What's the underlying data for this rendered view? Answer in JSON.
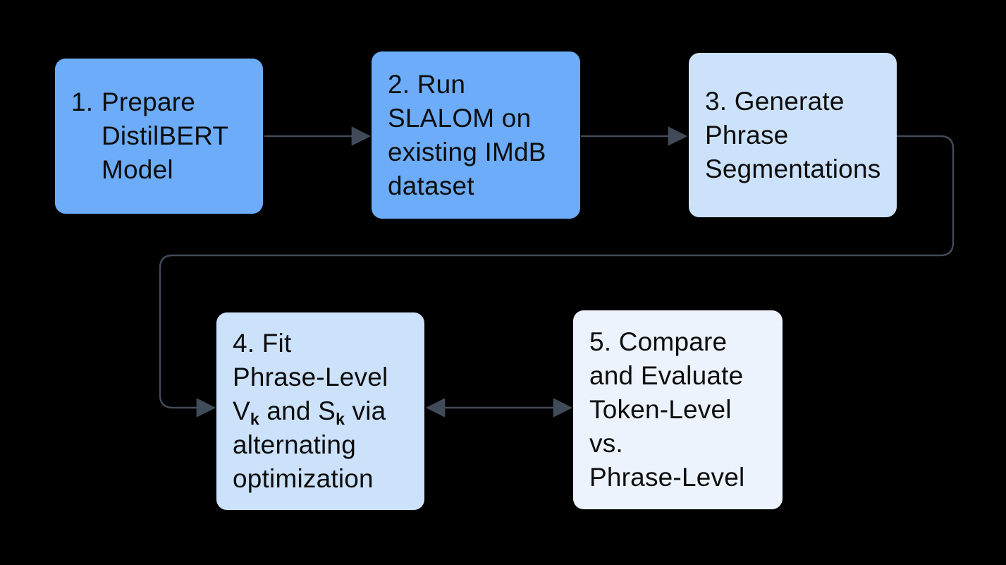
{
  "colors": {
    "background": "#000000",
    "text": "#0d0d0d",
    "edge": "#414a58",
    "node_blue": "#6cacf8",
    "node_light_blue": "#cce2fb",
    "node_pale_blue": "#edf3fc"
  },
  "flowchart": {
    "nodes": [
      {
        "id": 1,
        "fill": "#6cacf8",
        "marker": "1.",
        "lines": [
          "Prepare",
          "DistilBERT",
          "Model"
        ]
      },
      {
        "id": 2,
        "fill": "#6cacf8",
        "lines": [
          "2. Run",
          "SLALOM on",
          "existing IMdB",
          "dataset"
        ]
      },
      {
        "id": 3,
        "fill": "#cce2fb",
        "lines": [
          "3. Generate",
          "Phrase",
          "Segmentations"
        ]
      },
      {
        "id": 4,
        "fill": "#cce2fb",
        "lines": [
          "4. Fit",
          "Phrase-Level",
          [
            {
              "t": "V"
            },
            {
              "t": "k",
              "sub": true
            },
            {
              "t": " and S"
            },
            {
              "t": "k",
              "sub": true
            },
            {
              "t": " via"
            }
          ],
          "alternating",
          "optimization"
        ]
      },
      {
        "id": 5,
        "fill": "#edf3fc",
        "lines": [
          "5. Compare",
          "and Evaluate",
          "Token-Level",
          "vs.",
          "Phrase-Level"
        ]
      }
    ],
    "edges": [
      {
        "from": "step-1",
        "to": "step-2",
        "style": "arrow"
      },
      {
        "from": "step-2",
        "to": "step-3",
        "style": "arrow"
      },
      {
        "from": "step-3",
        "to": "step-4",
        "style": "elbow-arrow"
      },
      {
        "from": "step-4",
        "to": "step-5",
        "style": "double-arrow"
      }
    ]
  }
}
